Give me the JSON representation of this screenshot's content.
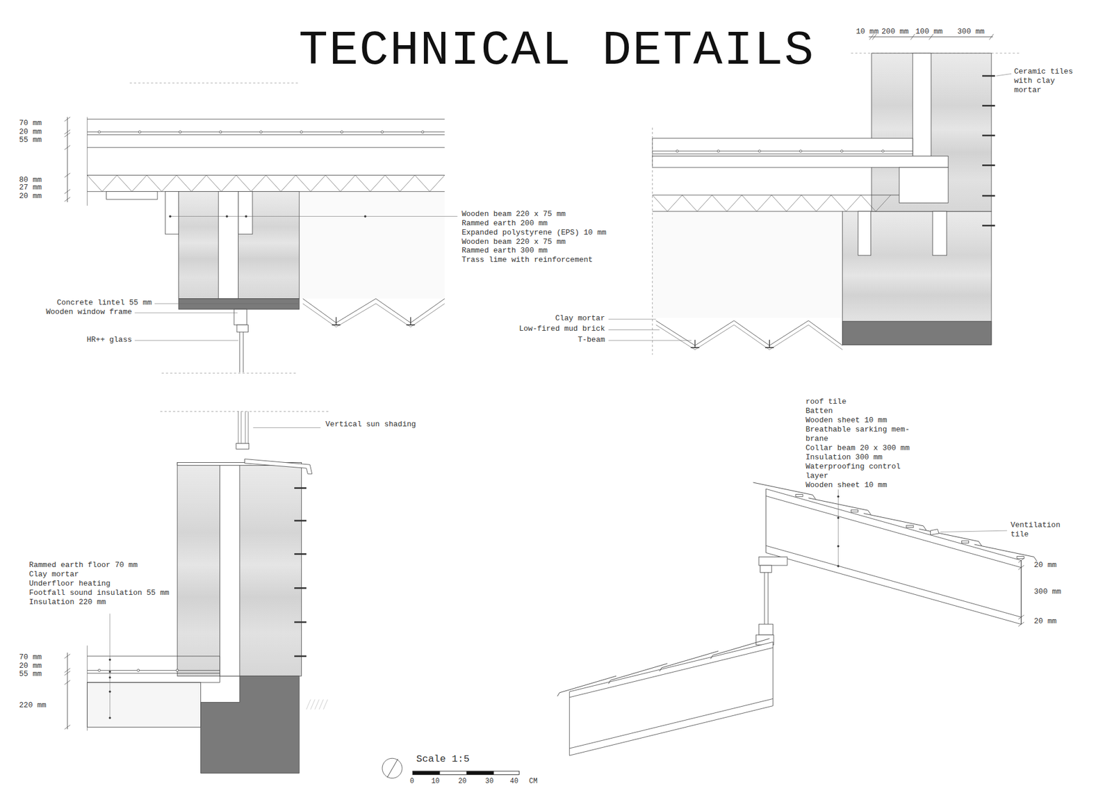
{
  "diagram": {
    "title": "TECHNICAL DETAILS",
    "labels": [
      "70 mm",
      "20 mm",
      "55 mm",
      "80 mm",
      "27 mm",
      "20 mm",
      "Wooden beam 220 x 75 mm",
      "Rammed earth 200 mm",
      "Expanded polystyrene (EPS) 10 mm",
      "Wooden beam 220 x 75 mm",
      "Rammed earth 300 mm",
      "Trass lime with reinforcement",
      "Concrete lintel 55 mm",
      "Wooden window frame",
      "HR++ glass",
      "10 mm",
      "200 mm",
      "100 mm",
      "300 mm",
      "Ceramic tiles with clay mortar",
      "Clay mortar",
      "Low-fired mud brick",
      "T-beam",
      "Vertical sun shading",
      "Rammed earth floor 70 mm",
      "Clay mortar",
      "Underfloor heating",
      "Footfall sound insulation 55 mm",
      "Insulation 220 mm",
      "70 mm",
      "20 mm",
      "55 mm",
      "220 mm",
      "roof tile",
      "Batten",
      "Wooden sheet 10 mm",
      "Breathable sarking mem- brane",
      "Collar beam 20 x 300 mm",
      "Insulation 300 mm",
      "Waterproofing control layer",
      "Wooden sheet 10 mm",
      "Ventilation tile",
      "20 mm",
      "300 mm",
      "20 mm",
      "Scale 1:5",
      "0",
      "10",
      "20",
      "30",
      "40",
      "CM"
    ]
  }
}
